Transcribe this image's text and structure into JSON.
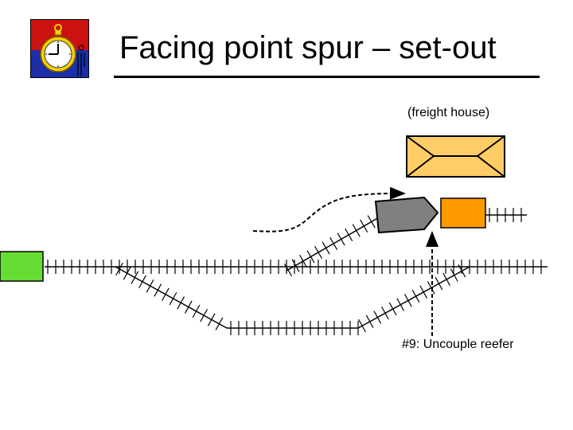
{
  "slide": {
    "title": "Facing point spur – set-out",
    "freight_house_label": "(freight house)",
    "step_label": "#9:  Uncouple reefer",
    "logo_icon": "stopwatch-logo-icon"
  },
  "colors": {
    "logo_red": "#cc1111",
    "logo_blue": "#1a2fa8",
    "logo_gold": "#f5d000",
    "freight_house": "#ffcc66",
    "reefer": "#ff9900",
    "locomotive": "#808080",
    "green_block": "#66dd33",
    "track": "#000000"
  },
  "icons": [
    "stopwatch-logo-icon",
    "arrow-icon"
  ]
}
